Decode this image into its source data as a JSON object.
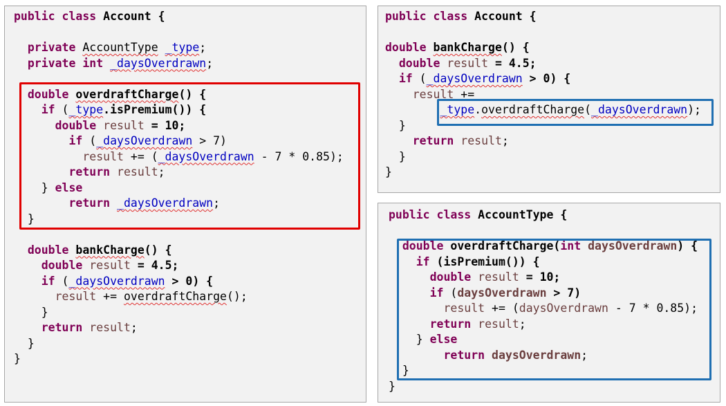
{
  "colors": {
    "keyword": "#7f0055",
    "field": "#0000c0",
    "local_var": "#6a3e3e",
    "red_highlight": "#e00000",
    "blue_highlight": "#1f6fb2",
    "panel_bg": "#f2f2f2"
  },
  "panels": {
    "left": {
      "lines": [
        [
          {
            "t": "public",
            "c": "kw"
          },
          {
            "t": " "
          },
          {
            "t": "class",
            "c": "kw"
          },
          {
            "t": " "
          },
          {
            "t": "Account",
            "c": "bold"
          },
          {
            "t": " {",
            "c": "bold"
          }
        ],
        [],
        [
          {
            "t": "  "
          },
          {
            "t": "private",
            "c": "kw"
          },
          {
            "t": " "
          },
          {
            "t": "AccountType",
            "c": "squig"
          },
          {
            "t": " "
          },
          {
            "t": "_type",
            "c": "fld squig"
          },
          {
            "t": ";"
          }
        ],
        [
          {
            "t": "  "
          },
          {
            "t": "private",
            "c": "kw"
          },
          {
            "t": " "
          },
          {
            "t": "int",
            "c": "kw"
          },
          {
            "t": " "
          },
          {
            "t": "_daysOverdrawn",
            "c": "fld squig"
          },
          {
            "t": ";"
          }
        ],
        [],
        [
          {
            "t": "  "
          },
          {
            "t": "double",
            "c": "kw"
          },
          {
            "t": " "
          },
          {
            "t": "overdraftCharge",
            "c": "bold squig"
          },
          {
            "t": "() {",
            "c": "bold"
          }
        ],
        [
          {
            "t": "    "
          },
          {
            "t": "if",
            "c": "kw"
          },
          {
            "t": " ("
          },
          {
            "t": "_type",
            "c": "fld squig"
          },
          {
            "t": ".isPremium()) {",
            "c": "bold"
          }
        ],
        [
          {
            "t": "      "
          },
          {
            "t": "double",
            "c": "kw"
          },
          {
            "t": " "
          },
          {
            "t": "result",
            "c": "var"
          },
          {
            "t": " = 10;",
            "c": "bold"
          }
        ],
        [
          {
            "t": "        "
          },
          {
            "t": "if",
            "c": "kw"
          },
          {
            "t": " ("
          },
          {
            "t": "_daysOverdrawn",
            "c": "fld squig"
          },
          {
            "t": " > 7)"
          }
        ],
        [
          {
            "t": "          "
          },
          {
            "t": "result",
            "c": "var"
          },
          {
            "t": " += ("
          },
          {
            "t": "_daysOverdrawn",
            "c": "fld squig"
          },
          {
            "t": " - 7 * 0.85);"
          }
        ],
        [
          {
            "t": "        "
          },
          {
            "t": "return",
            "c": "kw"
          },
          {
            "t": " "
          },
          {
            "t": "result",
            "c": "var"
          },
          {
            "t": ";"
          }
        ],
        [
          {
            "t": "    } "
          },
          {
            "t": "else",
            "c": "kw"
          }
        ],
        [
          {
            "t": "        "
          },
          {
            "t": "return",
            "c": "kw"
          },
          {
            "t": " "
          },
          {
            "t": "_daysOverdrawn",
            "c": "fld squig"
          },
          {
            "t": ";"
          }
        ],
        [
          {
            "t": "  }"
          }
        ],
        [],
        [
          {
            "t": "  "
          },
          {
            "t": "double",
            "c": "kw"
          },
          {
            "t": " "
          },
          {
            "t": "bankCharge",
            "c": "bold squig"
          },
          {
            "t": "() {",
            "c": "bold"
          }
        ],
        [
          {
            "t": "    "
          },
          {
            "t": "double",
            "c": "kw"
          },
          {
            "t": " "
          },
          {
            "t": "result",
            "c": "var"
          },
          {
            "t": " = 4.5;",
            "c": "bold"
          }
        ],
        [
          {
            "t": "    "
          },
          {
            "t": "if",
            "c": "kw"
          },
          {
            "t": " ("
          },
          {
            "t": "_daysOverdrawn",
            "c": "fld squig"
          },
          {
            "t": " > 0) {",
            "c": "bold"
          }
        ],
        [
          {
            "t": "      "
          },
          {
            "t": "result",
            "c": "var"
          },
          {
            "t": " += "
          },
          {
            "t": "overdraftCharge",
            "c": "squig"
          },
          {
            "t": "();"
          }
        ],
        [
          {
            "t": "    }"
          }
        ],
        [
          {
            "t": "    "
          },
          {
            "t": "return",
            "c": "kw"
          },
          {
            "t": " "
          },
          {
            "t": "result",
            "c": "var"
          },
          {
            "t": ";"
          }
        ],
        [
          {
            "t": "  }"
          }
        ],
        [
          {
            "t": "}"
          }
        ]
      ]
    },
    "top_right": {
      "lines": [
        [
          {
            "t": "public",
            "c": "kw"
          },
          {
            "t": " "
          },
          {
            "t": "class",
            "c": "kw"
          },
          {
            "t": " "
          },
          {
            "t": "Account",
            "c": "bold"
          },
          {
            "t": " {",
            "c": "bold"
          }
        ],
        [],
        [
          {
            "t": "double",
            "c": "kw"
          },
          {
            "t": " "
          },
          {
            "t": "bankCharge",
            "c": "bold squig"
          },
          {
            "t": "() {",
            "c": "bold"
          }
        ],
        [
          {
            "t": "  "
          },
          {
            "t": "double",
            "c": "kw"
          },
          {
            "t": " "
          },
          {
            "t": "result",
            "c": "var"
          },
          {
            "t": " = 4.5;",
            "c": "bold"
          }
        ],
        [
          {
            "t": "  "
          },
          {
            "t": "if",
            "c": "kw"
          },
          {
            "t": " ("
          },
          {
            "t": "_daysOverdrawn",
            "c": "fld squig"
          },
          {
            "t": " > 0) {",
            "c": "bold"
          }
        ],
        [
          {
            "t": "    "
          },
          {
            "t": "result",
            "c": "var"
          },
          {
            "t": " +="
          }
        ],
        [
          {
            "t": "        "
          },
          {
            "t": "_type",
            "c": "fld squig"
          },
          {
            "t": "."
          },
          {
            "t": "overdraftCharge",
            "c": "squig"
          },
          {
            "t": "("
          },
          {
            "t": "_daysOverdrawn",
            "c": "fld squig"
          },
          {
            "t": ");"
          }
        ],
        [
          {
            "t": "  }"
          }
        ],
        [
          {
            "t": "    "
          },
          {
            "t": "return",
            "c": "kw"
          },
          {
            "t": " "
          },
          {
            "t": "result",
            "c": "var"
          },
          {
            "t": ";"
          }
        ],
        [
          {
            "t": "  }"
          }
        ],
        [
          {
            "t": "}"
          }
        ]
      ]
    },
    "bottom_right": {
      "lines": [
        [
          {
            "t": "public",
            "c": "kw"
          },
          {
            "t": " "
          },
          {
            "t": "class",
            "c": "kw"
          },
          {
            "t": " "
          },
          {
            "t": "AccountType",
            "c": "bold"
          },
          {
            "t": " {",
            "c": "bold"
          }
        ],
        [],
        [
          {
            "t": "  "
          },
          {
            "t": "double",
            "c": "kw"
          },
          {
            "t": " "
          },
          {
            "t": "overdraftCharge(",
            "c": "bold"
          },
          {
            "t": "int",
            "c": "kw"
          },
          {
            "t": " "
          },
          {
            "t": "daysOverdrawn",
            "c": "var bold"
          },
          {
            "t": ") {",
            "c": "bold"
          }
        ],
        [
          {
            "t": "    "
          },
          {
            "t": "if",
            "c": "kw"
          },
          {
            "t": " (isPremium()) {",
            "c": "bold"
          }
        ],
        [
          {
            "t": "      "
          },
          {
            "t": "double",
            "c": "kw"
          },
          {
            "t": " "
          },
          {
            "t": "result",
            "c": "var"
          },
          {
            "t": " = 10;",
            "c": "bold"
          }
        ],
        [
          {
            "t": "      "
          },
          {
            "t": "if",
            "c": "kw"
          },
          {
            "t": " ("
          },
          {
            "t": "daysOverdrawn",
            "c": "var bold"
          },
          {
            "t": " > 7)",
            "c": "bold"
          }
        ],
        [
          {
            "t": "        "
          },
          {
            "t": "result",
            "c": "var"
          },
          {
            "t": " += ("
          },
          {
            "t": "daysOverdrawn",
            "c": "var"
          },
          {
            "t": " - 7 * 0.85);"
          }
        ],
        [
          {
            "t": "      "
          },
          {
            "t": "return",
            "c": "kw"
          },
          {
            "t": " "
          },
          {
            "t": "result",
            "c": "var"
          },
          {
            "t": ";"
          }
        ],
        [
          {
            "t": "    } "
          },
          {
            "t": "else",
            "c": "kw"
          }
        ],
        [
          {
            "t": "        "
          },
          {
            "t": "return",
            "c": "kw"
          },
          {
            "t": " "
          },
          {
            "t": "daysOverdrawn",
            "c": "var bold"
          },
          {
            "t": ";"
          }
        ],
        [
          {
            "t": "  }"
          }
        ],
        [
          {
            "t": "}"
          }
        ]
      ]
    }
  }
}
